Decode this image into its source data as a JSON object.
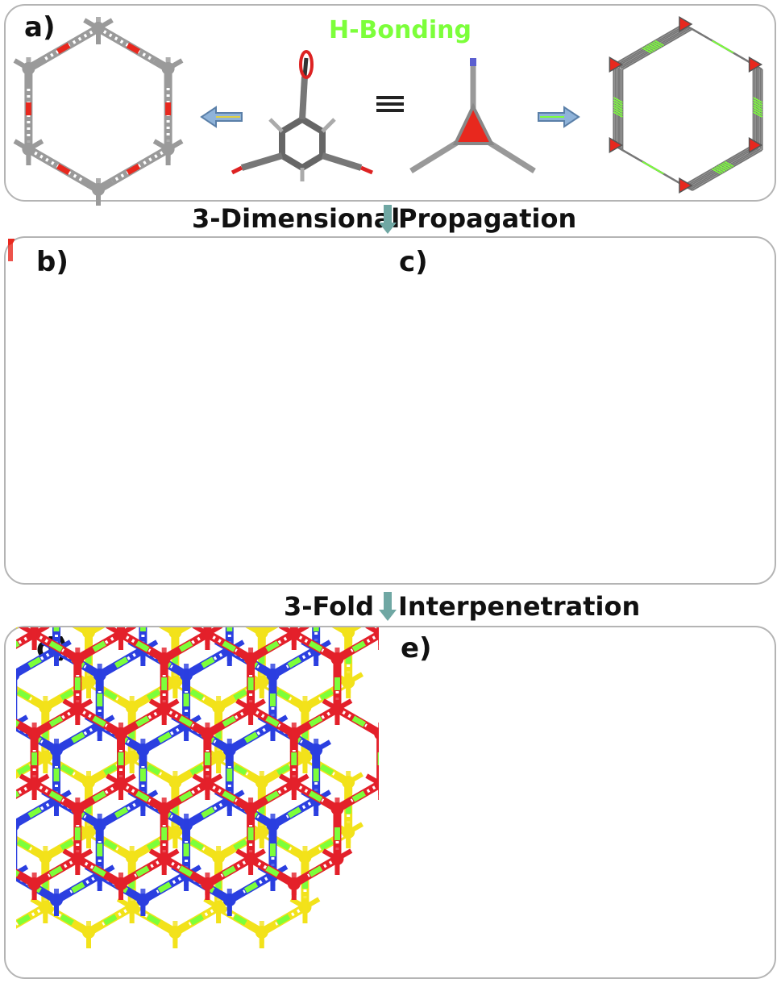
{
  "panel_labels": {
    "a": "a)",
    "b": "b)",
    "c": "c)",
    "d": "d)",
    "e": "e)"
  },
  "hbond_label": "H-Bonding",
  "step1": {
    "left": "3-Dimensional",
    "right": "Propagation"
  },
  "step2": {
    "left": "3-Fold",
    "right": "Interpenetration"
  },
  "colors": {
    "hbond_green": "#7cff3a",
    "oxygen_red": "#e8281e",
    "carbon_gray": "#9a9a9a",
    "net_blue": "#2b3fe0",
    "net_red": "#e3202a",
    "net_yellow": "#f2e21a",
    "arrow_teal": "#6fa7a3"
  }
}
